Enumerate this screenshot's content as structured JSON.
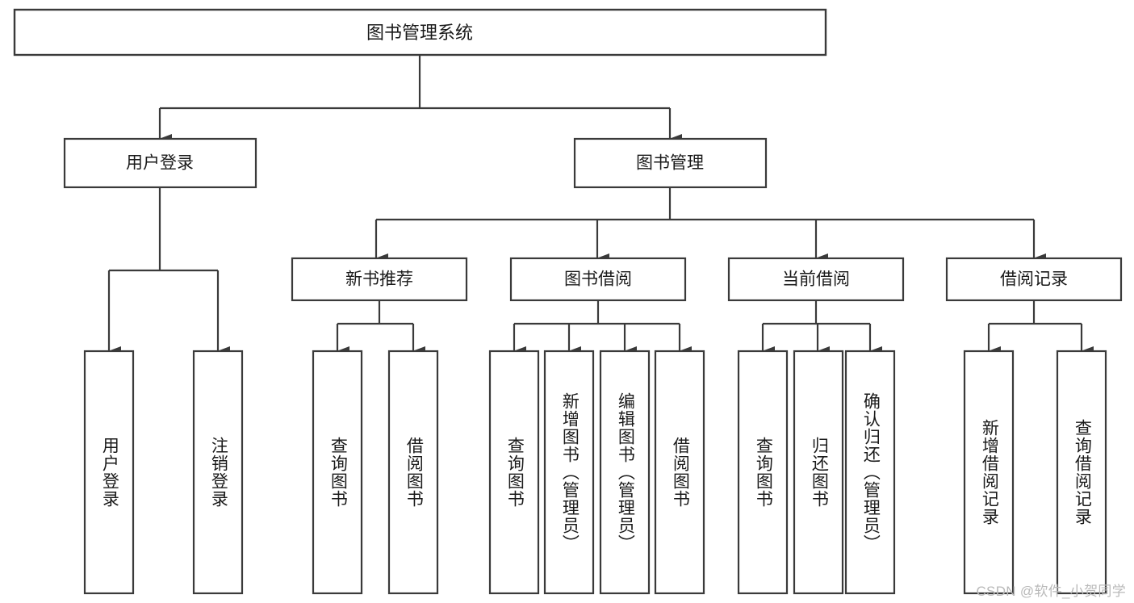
{
  "diagram": {
    "title": "图书管理系统",
    "type": "tree",
    "root": {
      "label": "图书管理系统"
    },
    "level2": [
      {
        "label": "用户登录"
      },
      {
        "label": "图书管理"
      }
    ],
    "level3": [
      {
        "label": "新书推荐"
      },
      {
        "label": "图书借阅"
      },
      {
        "label": "当前借阅"
      },
      {
        "label": "借阅记录"
      }
    ],
    "leaves_user_login": [
      {
        "label": "用户登录"
      },
      {
        "label": "注销登录"
      }
    ],
    "leaves_new_book": [
      {
        "label": "查询图书"
      },
      {
        "label": "借阅图书"
      }
    ],
    "leaves_borrow": [
      {
        "label": "查询图书"
      },
      {
        "label": "新增图书（管理员）"
      },
      {
        "label": "编辑图书（管理员）"
      },
      {
        "label": "借阅图书"
      }
    ],
    "leaves_current": [
      {
        "label": "查询图书"
      },
      {
        "label": "归还图书"
      },
      {
        "label": "确认归还（管理员）"
      }
    ],
    "leaves_record": [
      {
        "label": "新增借阅记录"
      },
      {
        "label": "查询借阅记录"
      }
    ],
    "watermark": "CSDN @软件_小贺同学",
    "colors": {
      "stroke": "#3a3a3a",
      "fill": "#ffffff",
      "text": "#1a1a1a",
      "watermark": "#b9b9b9"
    }
  }
}
